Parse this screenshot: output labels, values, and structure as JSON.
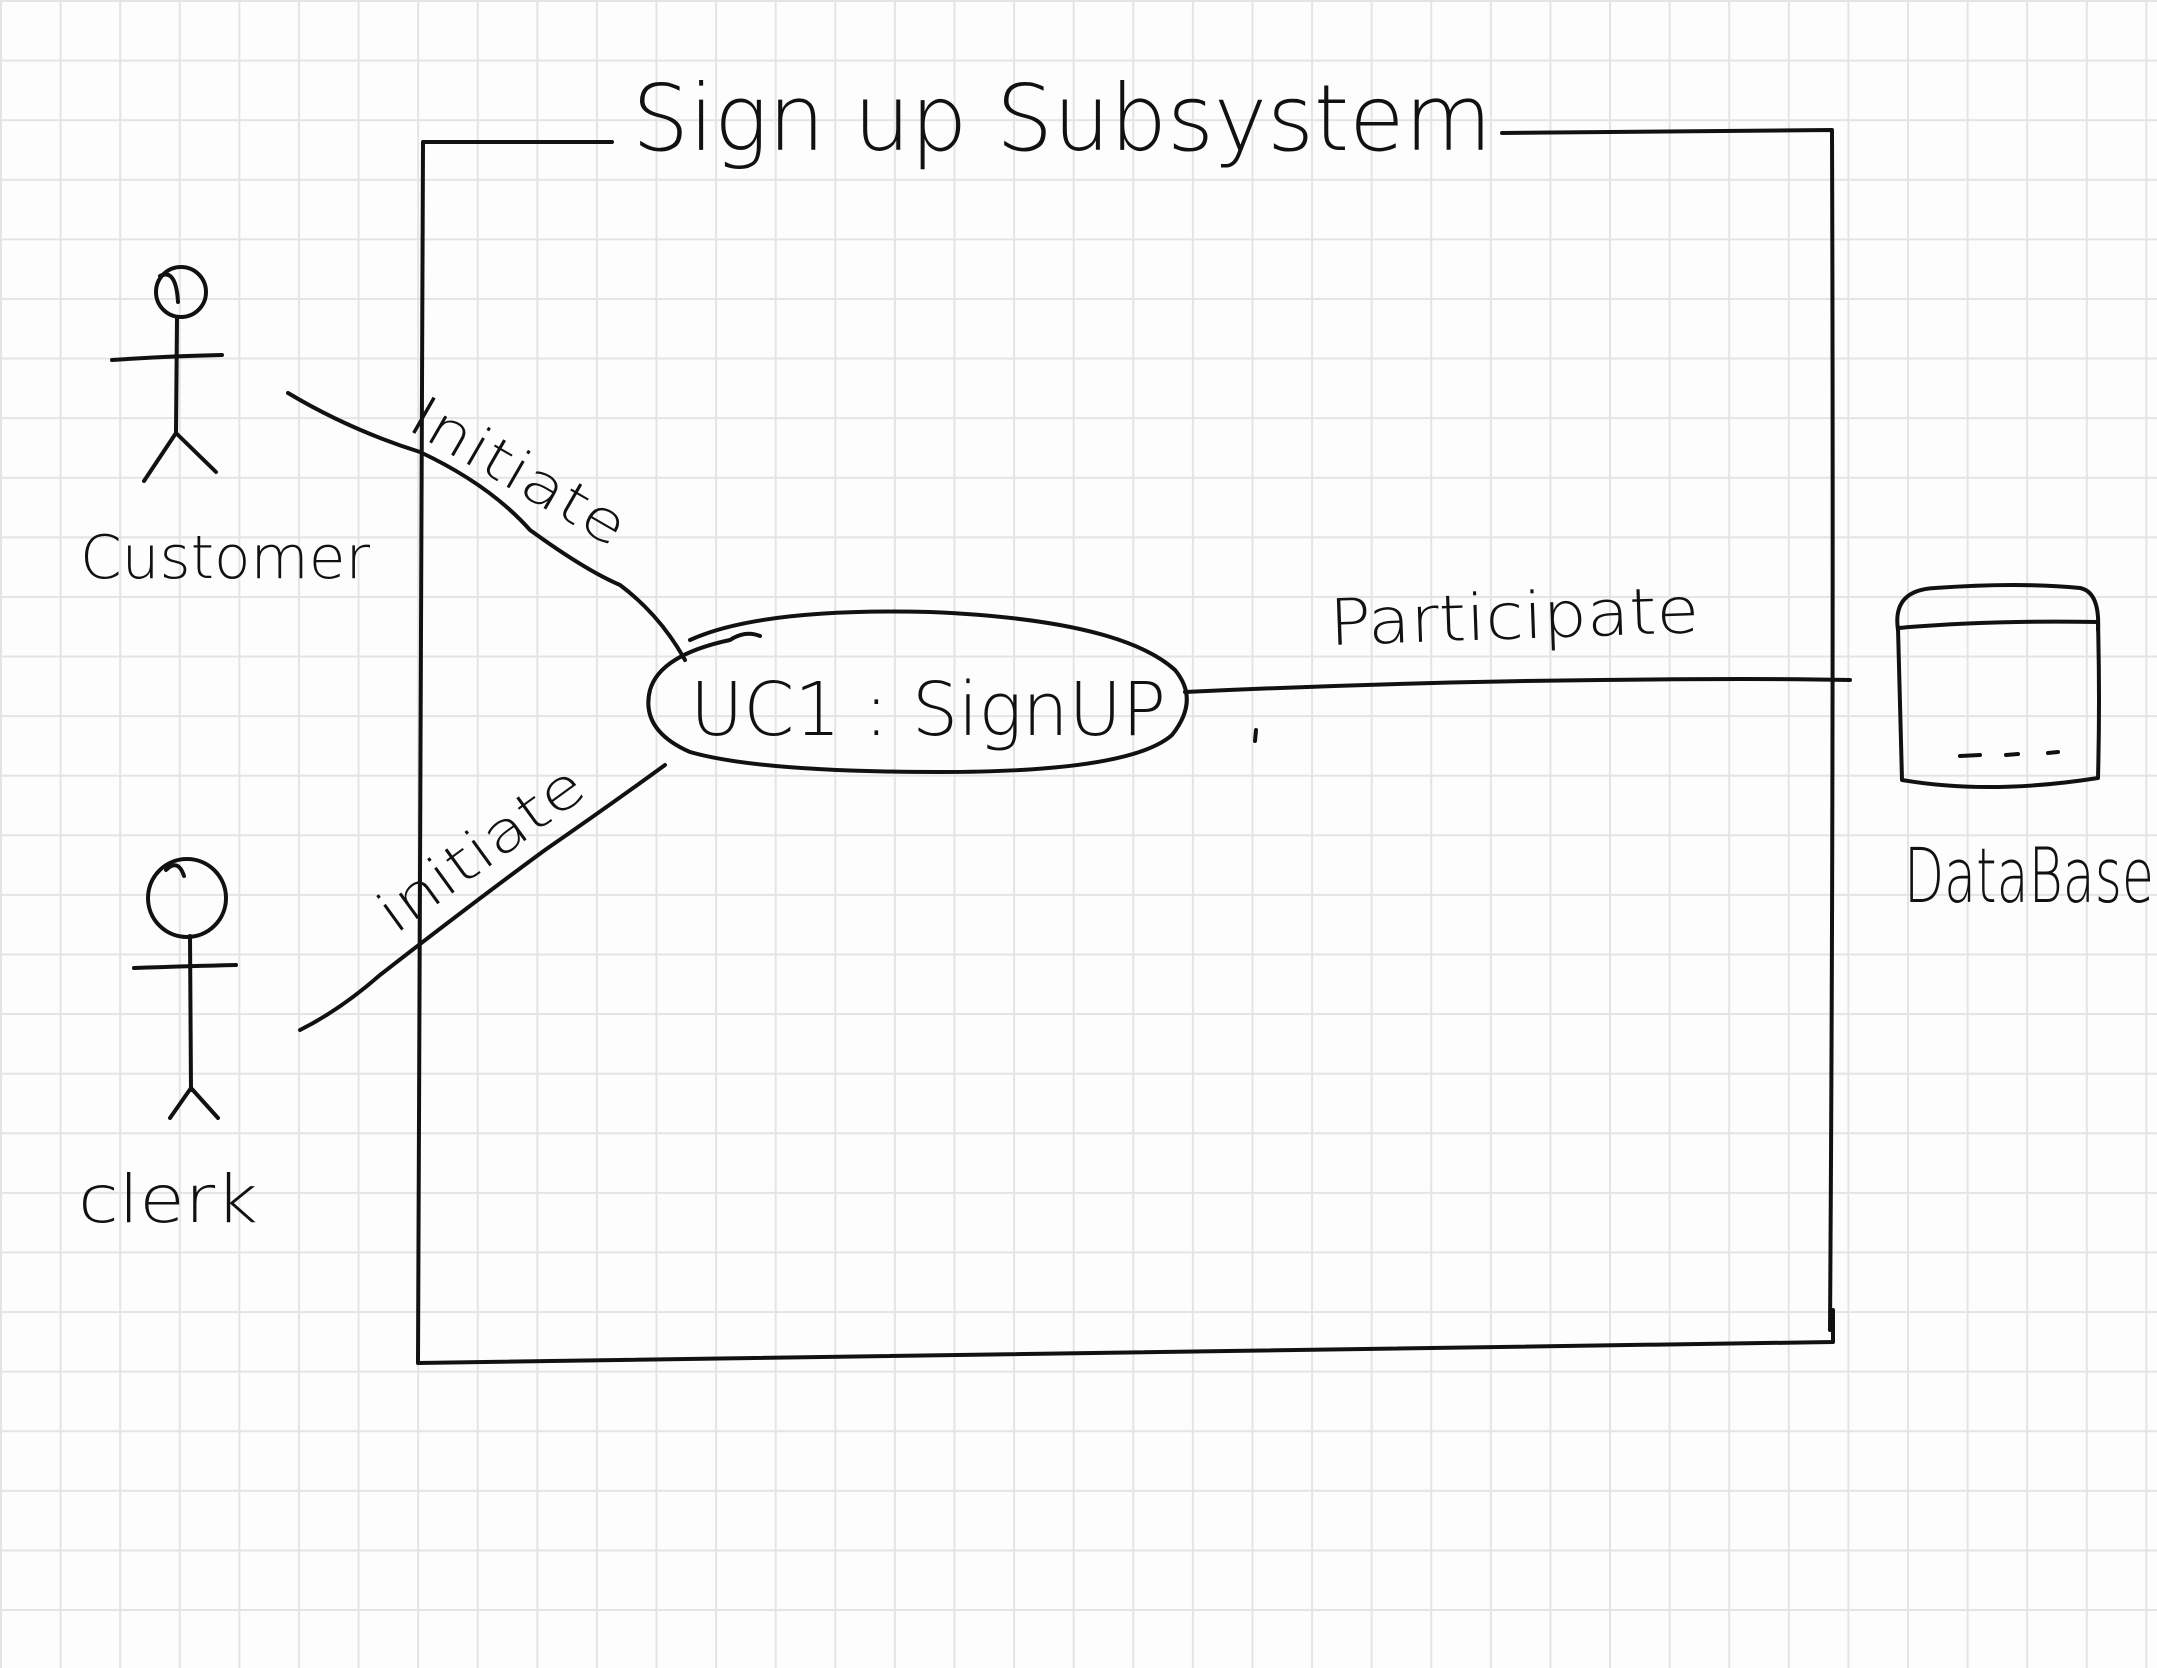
{
  "system": {
    "title": "Sign up Subsystem"
  },
  "actors": [
    {
      "id": "customer",
      "label": "Customer",
      "icon": "stick-figure-icon"
    },
    {
      "id": "clerk",
      "label": "clerk",
      "icon": "stick-figure-icon"
    }
  ],
  "use_case": {
    "label": "UC1 : SignUP"
  },
  "external": {
    "label": "DataBase",
    "icon": "database-cylinder-icon"
  },
  "associations": [
    {
      "from": "customer",
      "to": "use_case",
      "label": "Initiate"
    },
    {
      "from": "clerk",
      "to": "use_case",
      "label": "initiate"
    },
    {
      "from": "use_case",
      "to": "external",
      "label": "Participate"
    }
  ],
  "colors": {
    "ink": "#111111",
    "grid": "#e4e4e4",
    "paper": "#fdfdfd"
  }
}
